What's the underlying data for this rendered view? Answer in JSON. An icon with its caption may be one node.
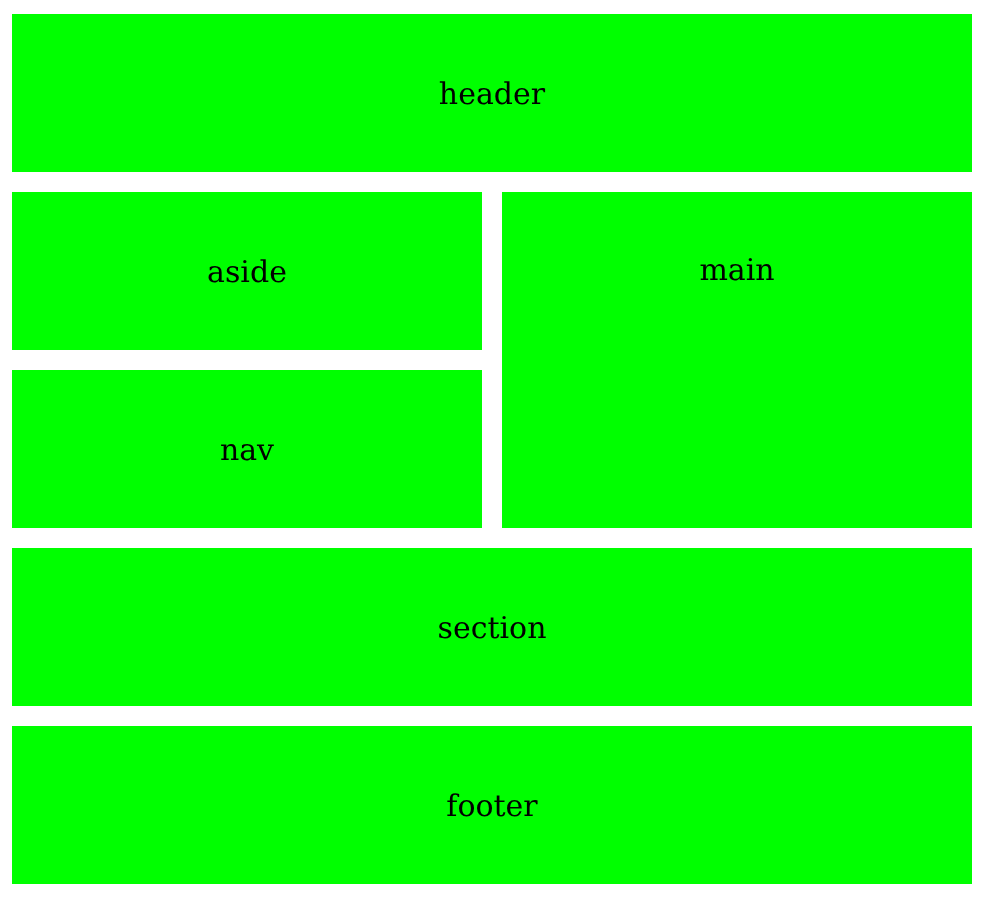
{
  "diagram": {
    "nodes": [
      {
        "text": [
          "header"
        ]
      },
      {
        "text": [
          "aside"
        ]
      },
      {
        "text": [
          "main"
        ]
      },
      {
        "text": [
          "nav"
        ]
      },
      {
        "text": [
          "section"
        ]
      },
      {
        "text": [
          "footer"
        ]
      }
    ]
  }
}
